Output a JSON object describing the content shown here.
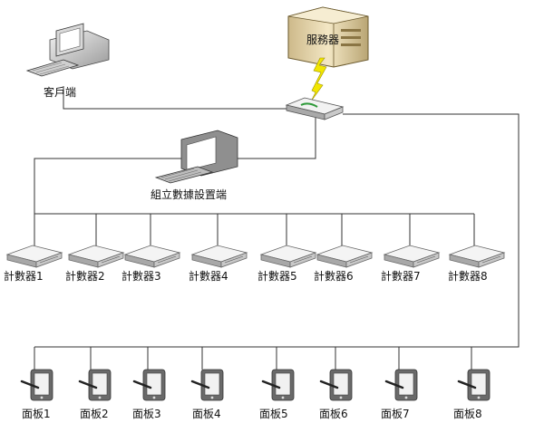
{
  "labels": {
    "server": "服務器",
    "client": "客戶端",
    "config": "組立數據設置端"
  },
  "counters": [
    {
      "label": "計數器1"
    },
    {
      "label": "計數器2"
    },
    {
      "label": "計數器3"
    },
    {
      "label": "計數器4"
    },
    {
      "label": "計數器5"
    },
    {
      "label": "計數器6"
    },
    {
      "label": "計數器7"
    },
    {
      "label": "計數器8"
    }
  ],
  "panels": [
    {
      "label": "面板1"
    },
    {
      "label": "面板2"
    },
    {
      "label": "面板3"
    },
    {
      "label": "面板4"
    },
    {
      "label": "面板5"
    },
    {
      "label": "面板6"
    },
    {
      "label": "面板7"
    },
    {
      "label": "面板8"
    }
  ],
  "colors": {
    "bolt": "#f2e600",
    "server_body": "#e9d9a8",
    "device_body": "#d8d8d8",
    "wire": "#333333"
  }
}
